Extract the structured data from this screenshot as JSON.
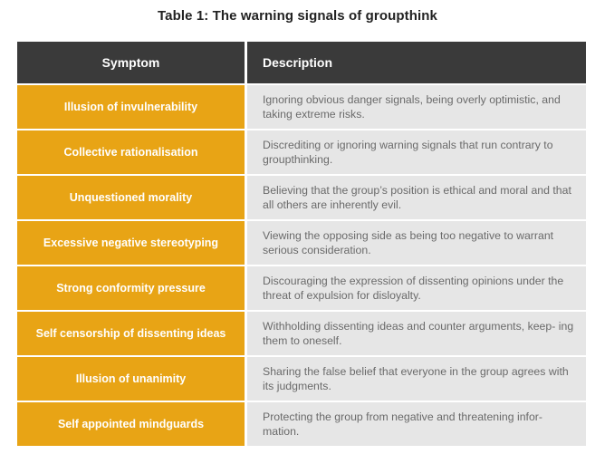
{
  "caption": "Table 1: The warning signals of groupthink",
  "headers": {
    "symptom": "Symptom",
    "description": "Description"
  },
  "rows": [
    {
      "symptom": "Illusion of invulnerability",
      "description": "Ignoring obvious danger signals, being overly optimistic, and taking extreme risks."
    },
    {
      "symptom": "Collective rationalisation",
      "description": "Discrediting or ignoring warning signals that run contrary to groupthinking."
    },
    {
      "symptom": "Unquestioned morality",
      "description": "Believing that the group’s position is ethical and moral and that all others are inherently evil."
    },
    {
      "symptom": "Excessive negative stereotyping",
      "description": "Viewing the opposing side as being too negative to warrant serious consideration."
    },
    {
      "symptom": "Strong conformity pressure",
      "description": "Discouraging the expression of dissenting opinions under the threat of expulsion for disloyalty."
    },
    {
      "symptom": "Self censorship of dissenting ideas",
      "description": "Withholding dissenting ideas and counter arguments, keep- ing them to oneself."
    },
    {
      "symptom": "Illusion of unanimity",
      "description": "Sharing the false belief that everyone in the group agrees with its judgments."
    },
    {
      "symptom": "Self appointed mindguards",
      "description": "Protecting the group from negative and threatening infor- mation."
    }
  ]
}
